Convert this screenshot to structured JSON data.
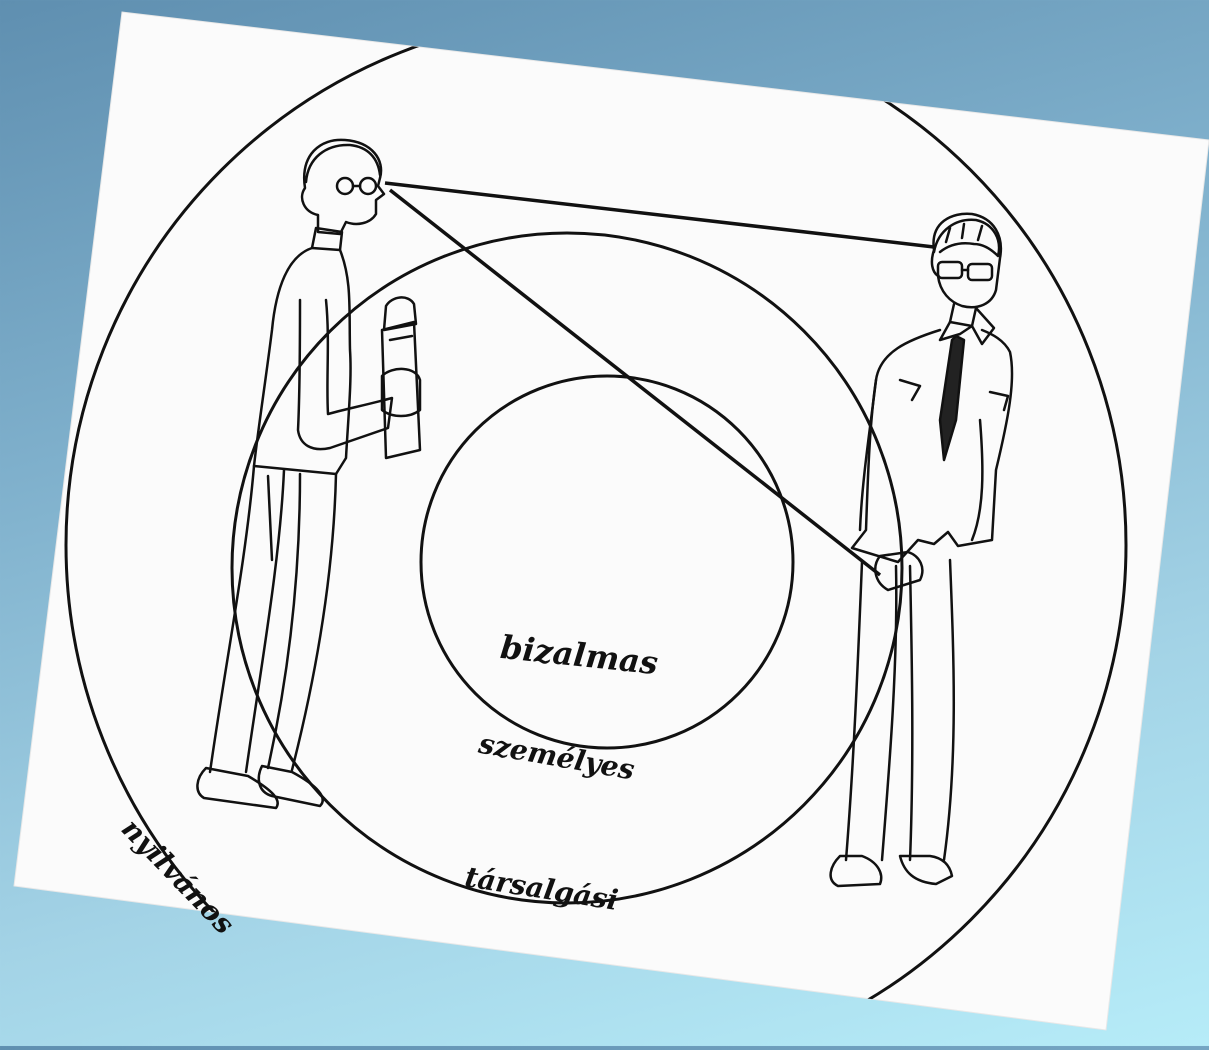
{
  "zones": {
    "intimate": "bizalmas",
    "personal": "személyes",
    "social": "társalgási",
    "public": "nyilvános"
  }
}
